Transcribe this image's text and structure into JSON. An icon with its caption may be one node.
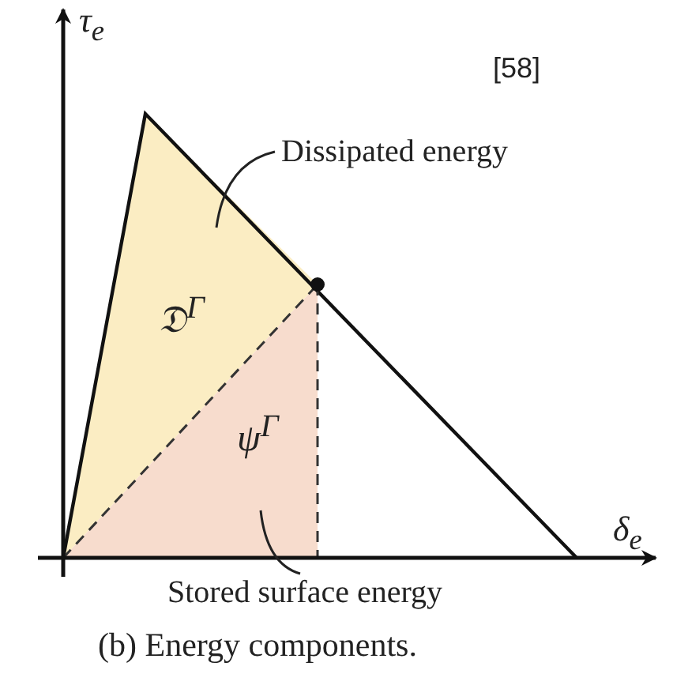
{
  "diagram": {
    "caption": "(b) Energy components.",
    "nodes": [
      {
        "text": [
          "Dissipated energy"
        ]
      },
      {
        "text": [
          "𝔇$^{Γ}$"
        ]
      },
      {
        "text": [
          "ψ$^{Γ}$"
        ]
      },
      {
        "text": [
          "Stored surface energy"
        ]
      }
    ],
    "edges": [
      {
        "from": 0,
        "to": 1,
        "arrow": "none"
      },
      {
        "from": 3,
        "to": 2,
        "arrow": "none"
      }
    ],
    "labels": [
      "τ$_{e}$",
      "[58]",
      "δ$_{e}$"
    ]
  }
}
